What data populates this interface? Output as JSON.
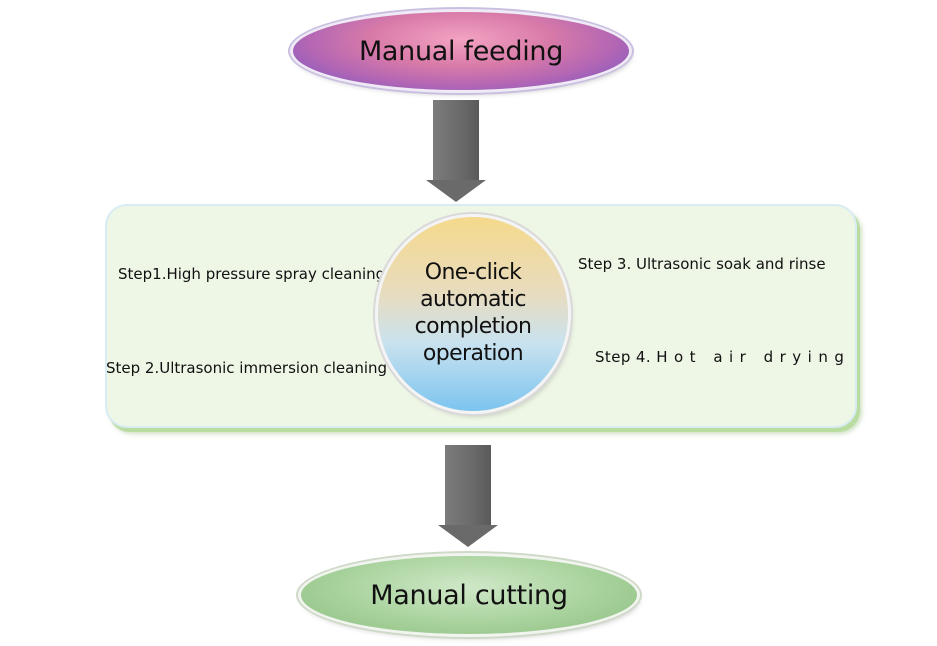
{
  "diagram": {
    "start": "Manual feeding",
    "center": {
      "lines": [
        "One-click",
        "automatic",
        "completion",
        "operation"
      ]
    },
    "steps": {
      "step1": "Step1.High pressure spray cleaning",
      "step2": "Step 2.Ultrasonic immersion cleaning",
      "step3": "Step 3. Ultrasonic soak and rinse",
      "step4_prefix": "Step 4.",
      "step4_rest": "Hot air drying"
    },
    "end": "Manual cutting"
  },
  "colors": {
    "start_oval": "#b366b4",
    "panel": "#eef6e6",
    "arrow": "#6a6a6a",
    "end_oval": "#a8d29c"
  }
}
